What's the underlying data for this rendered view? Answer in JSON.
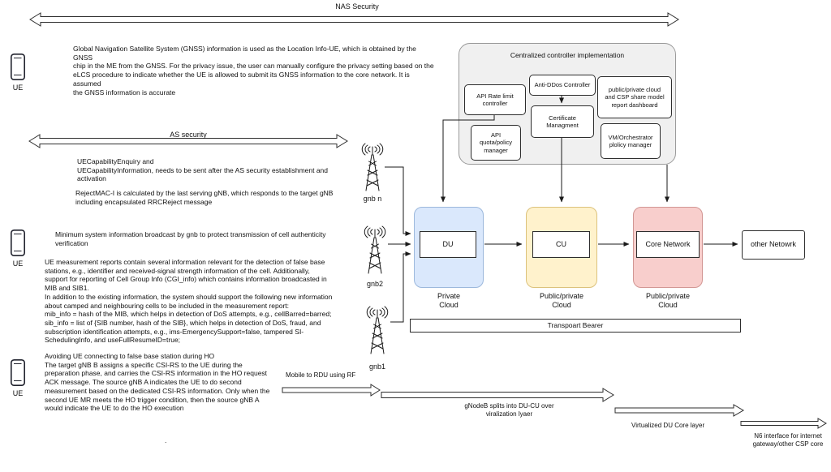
{
  "labels": {
    "nas": "NAS Security",
    "as": "AS security",
    "ue": "UE",
    "gnb_n": "gnb n",
    "gnb_2": "gnb2",
    "gnb_1": "gnb1",
    "mobile_rf": "Mobile to RDU using RF",
    "gnodeb_split": "gNodeB splits into DU-CU over\nviralization lyaer",
    "virtualized": "Virtualized DU Core layer",
    "n6": "N6 interface for internet\ngateway/other CSP core"
  },
  "notes": {
    "gnss": "Global Navigation Satellite System (GNSS) information is used as the Location Info-UE, which is obtained by the GNSS\nchip in the ME from the GNSS. For the privacy issue, the user can manually configure the privacy setting based on the\neLCS procedure to indicate whether the UE is allowed to submit its GNSS information to the core network. It is assumed\nthe GNSS information is accurate",
    "ue_capability": "UECapabilityEnquiry and\nUECapabilityInformation, needs to be sent after the AS security establishment and\nactivation",
    "reject_mac": "RejectMAC-I is calculated by the last serving gNB, which responds to the target gNB\nincluding encapsulated RRCReject message",
    "min_sys": "Minimum system information broadcast by gnb to protect transmission of  cell authenticity\nverification",
    "measurement": "UE measurement reports  contain several information relevant for the detection of false base\nstations, e.g., identifier and received-signal strength information of the cell. Additionally,\nsupport for reporting of Cell Group Info (CGI_info) which contains information broadcasted in\nMIB and SIB1.\nIn addition to the existing information, the system should support the following new information\nabout camped and neighbouring cells to be included in the measurement report:\nmib_info = hash of the MIB, which helps in detection of DoS attempts, e.g., cellBarred=barred;\n sib_info = list of {SIB number, hash of the SIB}, which helps in detection of DoS, fraud, and\nsubscription identification attempts, e.g., ims-EmergencySupport=false, tampered SI-\nSchedulingInfo, and useFullResumeID=true;",
    "ho": "Avoiding UE connecting to false base station during HO\nThe target gNB B assigns a specific CSI-RS to the UE during the\npreparation phase, and carries the CSI-RS information in the HO request\nACK message. The source gNB A indicates the UE to do second\nmeasurement based on the dedicated CSI-RS information. Only when the\nsecond UE MR meets the HO trigger condition, then the source gNB A\nwould indicate the UE to do the HO execution",
    "stray_dot": "."
  },
  "controller": {
    "title": "Centralized controller implementation",
    "boxes": [
      "API Rate limit\ncontroller",
      "Anti-DDos Controller",
      "public/private cloud\nand CSP share model\nreport dashboard",
      "Certificate\nManagment",
      "API\nquota/policy\nmanager",
      "VM/Orchestrator\nplolicy manager"
    ]
  },
  "network": {
    "du": "DU",
    "cu": "CU",
    "core": "Core Network",
    "other": "other Netowrk",
    "du_cloud": "Private\nCloud",
    "cu_cloud": "Public/private\nCloud",
    "core_cloud": "Public/private\nCloud",
    "transport": "Transpoart Bearer"
  },
  "colors": {
    "du_fill": "#dae8fc",
    "cu_fill": "#fff2cc",
    "core_fill": "#f8cecc",
    "controller_fill": "#f0f0f0",
    "line": "#1a1a1a"
  }
}
